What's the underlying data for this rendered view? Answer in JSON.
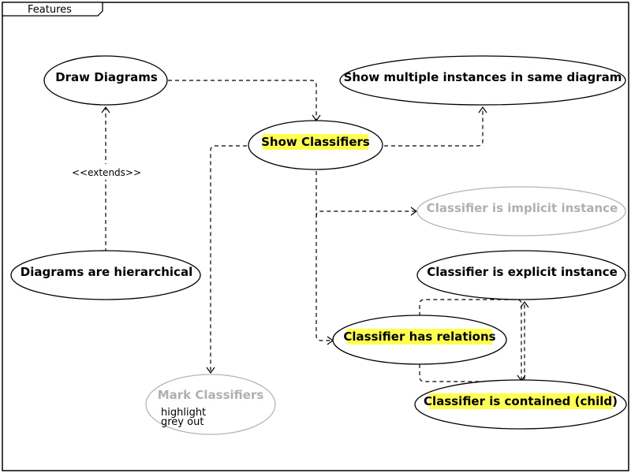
{
  "frame": {
    "title": "Features"
  },
  "use_cases": {
    "draw_diagrams": "Draw Diagrams",
    "show_multiple_instances": "Show multiple instances in same diagram",
    "show_classifiers": "Show Classifiers",
    "diagrams_hierarchical": "Diagrams are hierarchical",
    "classifier_implicit": "Classifier is implicit instance",
    "classifier_explicit": "Classifier is explicit instance",
    "classifier_relations": "Classifier has relations",
    "classifier_contained": "Classifier is contained (child)",
    "mark_classifiers": "Mark Classifiers"
  },
  "mark_classifiers_options": [
    "highlight",
    "grey out"
  ],
  "relations": {
    "extends_label": "<<extends>>"
  },
  "colors": {
    "highlight": "#ffff4d",
    "greyed": "#b0b0b0",
    "line": "#000000"
  }
}
